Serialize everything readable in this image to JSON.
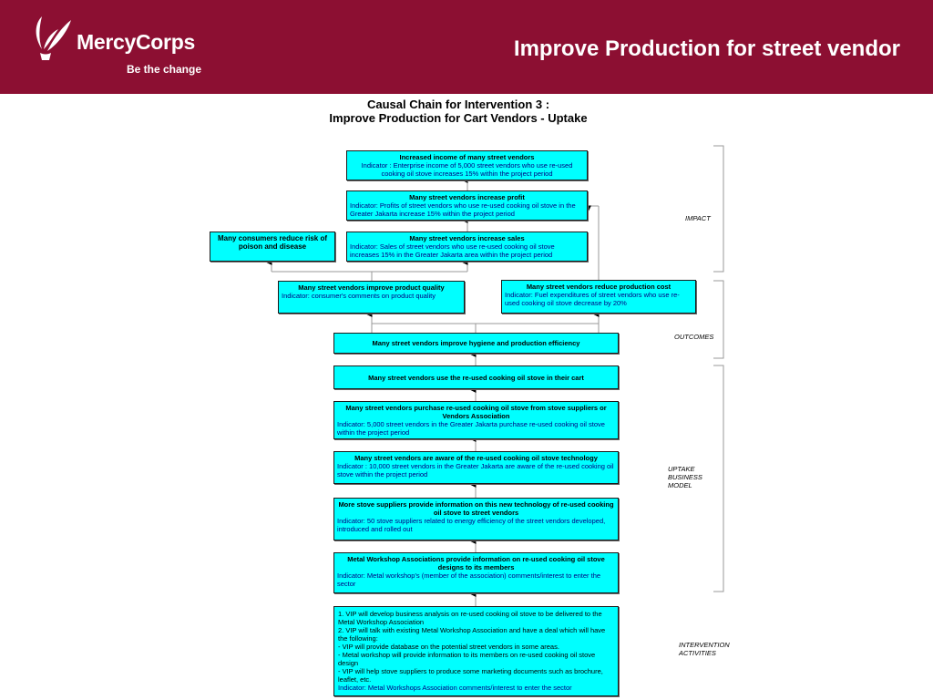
{
  "header": {
    "brand": "MercyCorps",
    "tagline": "Be the change",
    "slide_title": "Improve Production for street vendor"
  },
  "chain_title": {
    "line1": "Causal Chain for Intervention 3 :",
    "line2": "Improve Production for Cart Vendors - Uptake"
  },
  "nodes": {
    "income": {
      "title": "Increased income of many street  vendors",
      "indicator": "Indicator : Enterprise income of 5,000 street vendors who use re-used cooking oil stove increases 15% within the project period"
    },
    "profit": {
      "title": "Many street vendors increase profit",
      "indicator": "Indicator: Profits of street vendors who use re-used cooking oil stove in the Greater Jakarta increase 15% within the project period"
    },
    "sales": {
      "title": "Many street vendors increase sales",
      "indicator": "Indicator: Sales of street vendors who use re-used cooking oil stove increases 15% in the Greater Jakarta area within the project period"
    },
    "consumers": {
      "title": "Many consumers reduce risk of poison and disease"
    },
    "quality": {
      "title": "Many street vendors improve product quality",
      "indicator": "Indicator: consumer's comments on product quality"
    },
    "cost": {
      "title": "Many street vendors reduce production cost",
      "indicator": "Indicator: Fuel expenditures of street vendors who use re-used cooking oil stove decrease by 20%"
    },
    "hygiene": {
      "title": "Many street vendors improve hygiene and production efficiency"
    },
    "use": {
      "title": "Many street vendors use the re-used cooking oil stove in their cart"
    },
    "purchase": {
      "title": "Many street vendors purchase re-used cooking oil stove from stove suppliers or Vendors Association",
      "indicator": "Indicator: 5,000 street vendors in the Greater Jakarta purchase re-used cooking oil stove within the project period"
    },
    "aware": {
      "title": "Many street vendors are aware of the re-used cooking oil stove technology",
      "indicator": "Indicator : 10,000 street vendors in the Greater Jakarta are aware of the re-used cooking oil stove within the project period"
    },
    "suppliers": {
      "title": "More stove suppliers provide information on this new technology of re-used cooking oil stove to street vendors",
      "indicator": "Indicator: 50 stove suppliers related to energy efficiency of the street vendors developed, introduced and rolled out"
    },
    "workshop": {
      "title": "Metal Workshop Associations provide information on re-used cooking oil stove designs to its members",
      "indicator": "Indicator: Metal workshop's (member of the association) comments/interest to enter the sector"
    },
    "activities": {
      "lines": [
        "1. VIP will develop business analysis on re-used cooking oil stove to be delivered to the Metal Workshop Association",
        "2. VIP will talk with existing Metal Workshop Association and have a deal which will have the following:",
        "- VIP will provide database on the potential street vendors in some areas.",
        "-  Metal workshop will provide information to its members on re-used cooking oil stove design",
        "- VIP will help stove suppliers to produce some marketing documents such as brochure, leaflet, etc."
      ],
      "indicator": "Indicator: Metal Workshops Association comments/interest to enter the sector"
    }
  },
  "tiers": {
    "impact": "IMPACT",
    "outcomes": "OUTCOMES",
    "uptake": "UPTAKE BUSINESS MODEL",
    "intervention": "INTERVENTION ACTIVITIES"
  },
  "colors": {
    "header_bg": "#8c0f32",
    "box_fill": "#00ffff",
    "indicator_text": "#000080"
  }
}
